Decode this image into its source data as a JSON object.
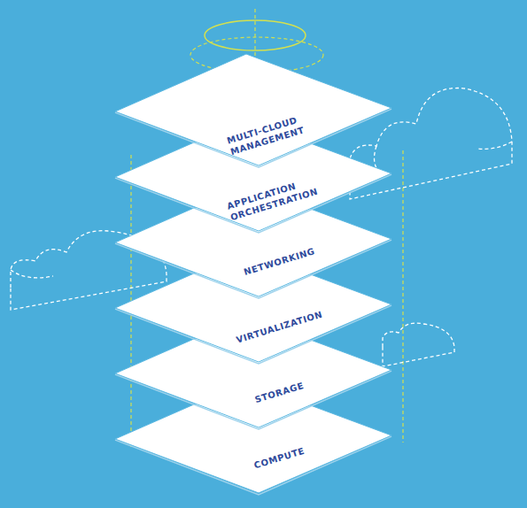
{
  "diagram": {
    "nodes": [
      {
        "text": [
          "MULTI-CLOUD MANAGEMENT"
        ]
      },
      {
        "text": [
          "APPLICATION ORCHESTRATION"
        ]
      },
      {
        "text": [
          "NETWORKING"
        ]
      },
      {
        "text": [
          "VIRTUALIZATION"
        ]
      },
      {
        "text": [
          "STORAGE"
        ]
      },
      {
        "text": [
          "COMPUTE"
        ]
      }
    ]
  }
}
